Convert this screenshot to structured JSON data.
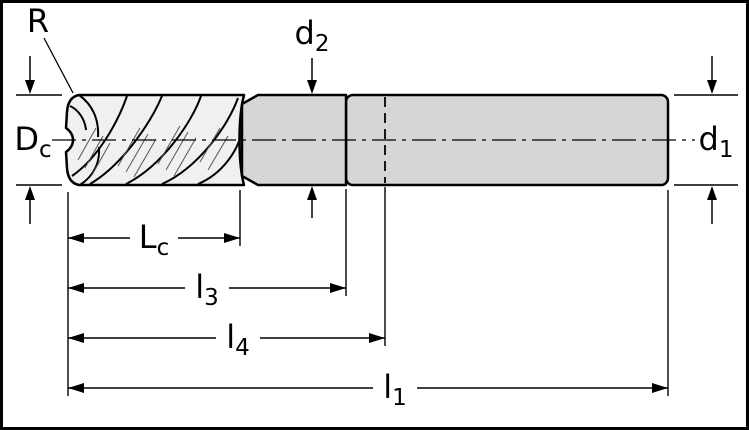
{
  "drawing": {
    "type": "end-mill-dimension-diagram",
    "labels": {
      "corner_radius": {
        "main": "R",
        "sub": ""
      },
      "cutting_diameter": {
        "main": "D",
        "sub": "c"
      },
      "neck_diameter": {
        "main": "d",
        "sub": "2"
      },
      "shank_diameter": {
        "main": "d",
        "sub": "1"
      },
      "cutting_length": {
        "main": "L",
        "sub": "c"
      },
      "length_l3": {
        "main": "l",
        "sub": "3"
      },
      "length_l4": {
        "main": "l",
        "sub": "4"
      },
      "overall_length": {
        "main": "l",
        "sub": "1"
      }
    },
    "colors": {
      "background": "#ffffff",
      "outline": "#000000",
      "body_fill": "#d6d6d6",
      "flute_fill": "#f0f0f0",
      "hatch": "#555555"
    }
  }
}
